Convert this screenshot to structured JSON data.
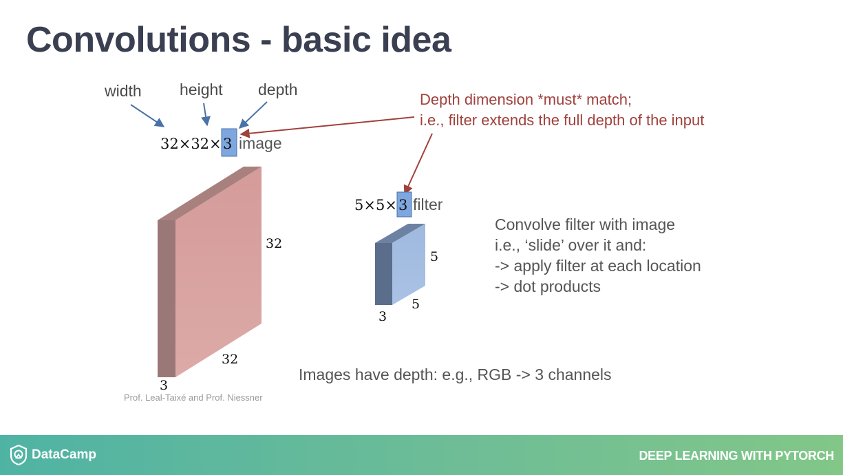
{
  "slide": {
    "title": "Convolutions - basic idea"
  },
  "diagram": {
    "labels": {
      "width": "width",
      "height": "height",
      "depth": "depth"
    },
    "image": {
      "size_prefix": "32×32×",
      "depth_value": "3",
      "word": "image",
      "height_label": "32",
      "width_label": "32",
      "depth_label": "3"
    },
    "filter": {
      "size_prefix": "5×5×",
      "depth_value": "3",
      "word": "filter",
      "height_label": "5",
      "width_label": "5",
      "depth_label": "3"
    },
    "note_lines": [
      "Depth dimension *must* match;",
      "i.e., filter extends the full depth of the input"
    ],
    "convolve_lines": [
      "Convolve filter with image",
      "i.e., ‘slide’ over it and:",
      "-> apply filter at each location",
      "-> dot products"
    ],
    "depth_note": "Images have depth: e.g., RGB -> 3 channels",
    "credit": "Prof. Leal-Taixé and Prof. Niessner"
  },
  "footer": {
    "brand": "DataCamp",
    "course": "DEEP LEARNING WITH PYTORCH"
  },
  "colors": {
    "title": "#3a3f51",
    "blue_arrow": "#4a72a8",
    "red_note": "#a0413c",
    "image_front": "#d5a09e",
    "image_side": "#9a7877",
    "filter_front": "#a3bde0",
    "filter_side": "#5a6e8c",
    "highlight": "#7ea6df"
  }
}
